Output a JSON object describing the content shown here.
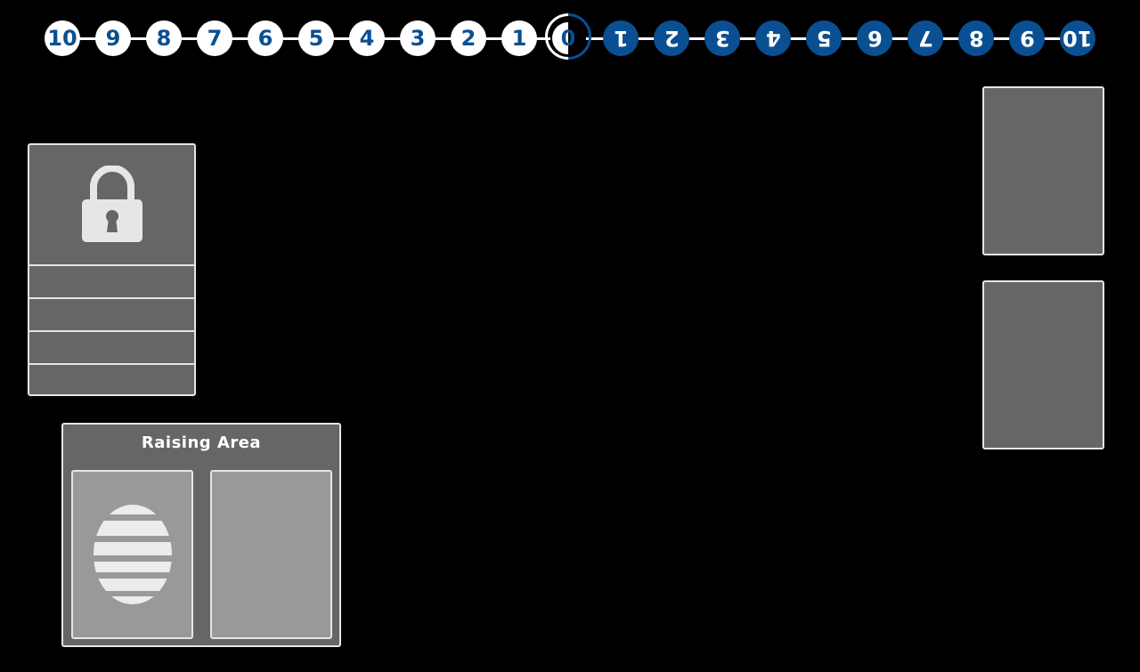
{
  "memory_track": {
    "left_values": [
      "10",
      "9",
      "8",
      "7",
      "6",
      "5",
      "4",
      "3",
      "2",
      "1"
    ],
    "zero": "0",
    "right_values": [
      "1",
      "2",
      "3",
      "4",
      "5",
      "6",
      "7",
      "8",
      "9",
      "10"
    ],
    "colors": {
      "player": "#ffffff",
      "opponent": "#0b4f93"
    }
  },
  "security": {
    "icon": "lock-icon",
    "slots": 4
  },
  "raising_area": {
    "title": "Raising Area",
    "egg_icon": "digi-egg-icon"
  },
  "right_zones": {
    "deck": "deck-zone",
    "trash": "trash-zone"
  }
}
